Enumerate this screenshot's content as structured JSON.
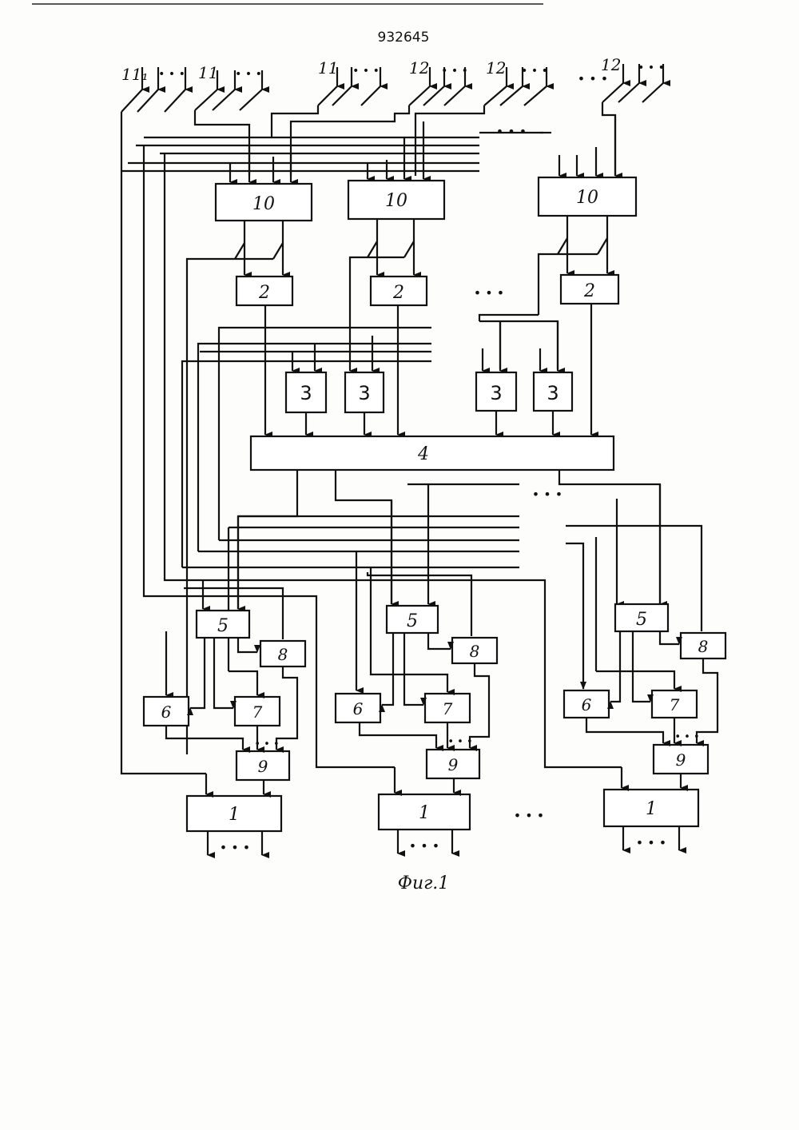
{
  "document": {
    "patent_number": "932645",
    "figure_caption": "Фиг.1"
  },
  "inputs": {
    "group1_label": "11₁",
    "group2_label": "11",
    "group3_label": "11",
    "group4_label": "12",
    "group5_label": "12",
    "group6_label": "12"
  },
  "blocks": {
    "b10": "10",
    "b2": "2",
    "b3": "3",
    "b4": "4",
    "b5": "5",
    "b6": "6",
    "b7": "7",
    "b8": "8",
    "b9": "9",
    "b1": "1"
  },
  "ellipsis": "• • •"
}
